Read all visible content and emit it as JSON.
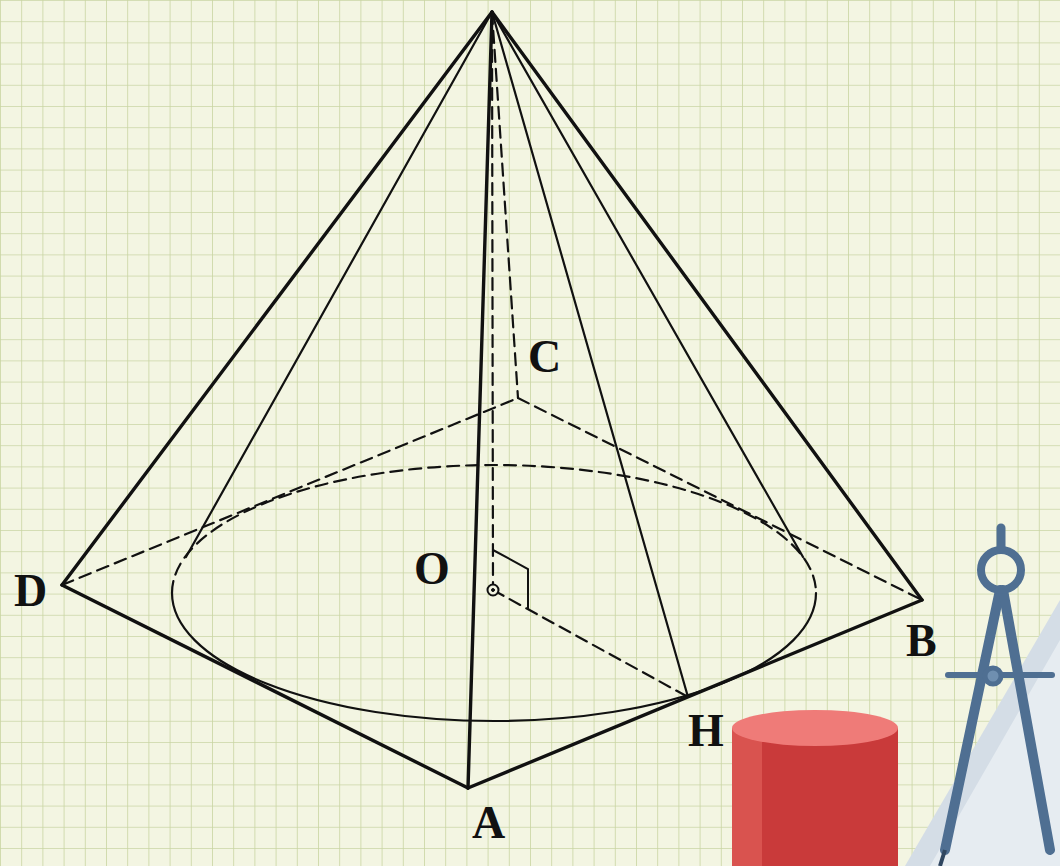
{
  "diagram": {
    "labels": [
      "C",
      "D",
      "O",
      "B",
      "H",
      "A"
    ]
  }
}
